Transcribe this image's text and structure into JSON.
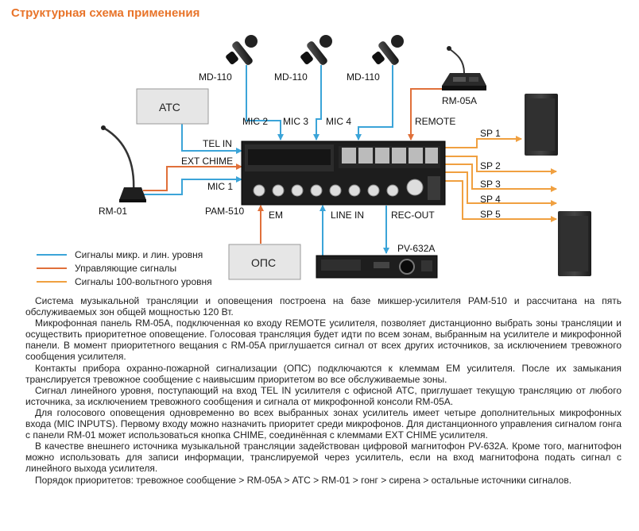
{
  "title": "Структурная схема применения",
  "colors": {
    "title": "#e8742a",
    "signal_line": "#3ba4d8",
    "control_line": "#e0703a",
    "volt100_line": "#f0a040"
  },
  "devices": {
    "mic1_label": "MD-110",
    "mic2_label": "MD-110",
    "mic3_label": "MD-110",
    "rm05a_label": "RM-05A",
    "atc_label": "АТС",
    "ops_label": "ОПС",
    "rm01_label": "RM-01",
    "pam510_label": "PAM-510",
    "pv632a_label": "PV-632A"
  },
  "ports": {
    "mic2": "MIC 2",
    "mic3": "MIC 3",
    "mic4": "MIC 4",
    "remote": "REMOTE",
    "tel_in": "TEL IN",
    "ext_chime": "EXT CHIME",
    "mic1": "MIC 1",
    "em": "EM",
    "line_in": "LINE IN",
    "rec_out": "REC-OUT",
    "sp1": "SP 1",
    "sp2": "SP 2",
    "sp3": "SP 3",
    "sp4": "SP 4",
    "sp5": "SP 5"
  },
  "legend": [
    {
      "label": "Сигналы микр. и лин. уровня",
      "color": "#3ba4d8"
    },
    {
      "label": "Управляющие сигналы",
      "color": "#e0703a"
    },
    {
      "label": "Сигналы 100-вольтного уровня",
      "color": "#f0a040"
    }
  ],
  "paragraphs": [
    "Система музыкальной трансляции и оповещения построена на базе микшер-усилителя PAM-510 и рассчитана на пять обслуживаемых зон общей мощностью 120 Вт.",
    "Микрофонная панель RM-05A, подключенная ко входу REMOTE усилителя, позволяет дистанционно выбрать зоны трансляции и осуществить приоритетное оповещение. Голосовая трансляция будет идти по всем зонам, выбранным на усилителе и микрофонной панели. В момент приоритетного вещания с RM-05A приглушается сигнал от всех других источников, за исключением тревожного сообщения усилителя.",
    "Контакты прибора охранно-пожарной сигнализации (ОПС) подключаются к клеммам EM усилителя. После их замыкания транслируется тревожное сообщение с наивысшим приоритетом во все обслуживаемые зоны.",
    "Сигнал линейного уровня, поступающий на вход TEL IN усилителя с офисной АТС, приглушает текущую трансляцию от любого источника, за исключением тревожного сообщения и сигнала от микрофонной консоли RM-05A.",
    "Для голосового оповещения одновременно во всех выбранных зонах усилитель имеет четыре дополнительных микрофонных входа (MIC INPUTS). Первому входу можно назначить приоритет среди микрофонов. Для дистанционного управления сигналом гонга с панели RM-01 может использоваться кнопка CHIME, соединённая с клеммами EXT CHIME усилителя.",
    "В качестве внешнего источника музыкальной трансляции задействован цифровой магнитофон PV-632A. Кроме того, магнитофон можно использовать для записи информации, транслируемой через усилитель, если на вход магнитофона подать сигнал с линейного выхода усилителя.",
    "Порядок приоритетов: тревожное сообщение > RM-05A > АТС > RM-01 > гонг > сирена > остальные источники сигналов."
  ]
}
